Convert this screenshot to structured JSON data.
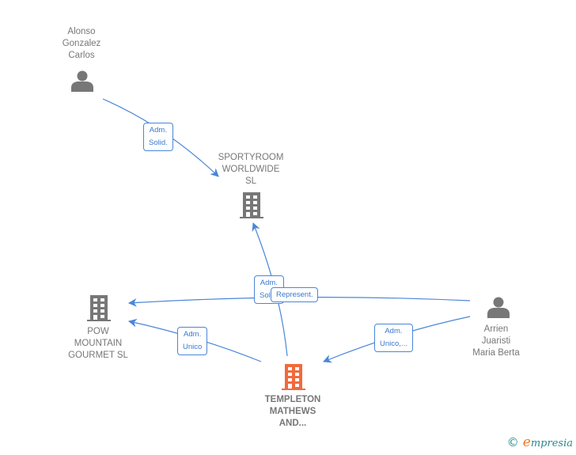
{
  "nodes": {
    "alonso": {
      "label": "Alonso\nGonzalez\nCarlos",
      "type": "person"
    },
    "sportyroom": {
      "label": "SPORTYROOM\nWORLDWIDE\nSL",
      "type": "company"
    },
    "pow": {
      "label": "POW\nMOUNTAIN\nGOURMET  SL",
      "type": "company"
    },
    "arrien": {
      "label": "Arrien\nJuaristi\nMaria Berta",
      "type": "person"
    },
    "templeton": {
      "label": "TEMPLETON\nMATHEWS\nAND...",
      "type": "company-main"
    }
  },
  "edges": {
    "alonso_sportyroom": {
      "label": "Adm.\nSolid."
    },
    "templeton_sportyroom": {
      "label": "Adm.\nSolid."
    },
    "arrien_pow": {
      "label": "Represent."
    },
    "templeton_pow": {
      "label": "Adm.\nUnico"
    },
    "arrien_templeton": {
      "label": "Adm.\nUnico,..."
    }
  },
  "colors": {
    "edge": "#4a86d8",
    "node_gray": "#777777",
    "main_company": "#f26a3b"
  },
  "branding": {
    "copyright": "©",
    "name_initial": "e",
    "name_rest": "mpresia"
  }
}
